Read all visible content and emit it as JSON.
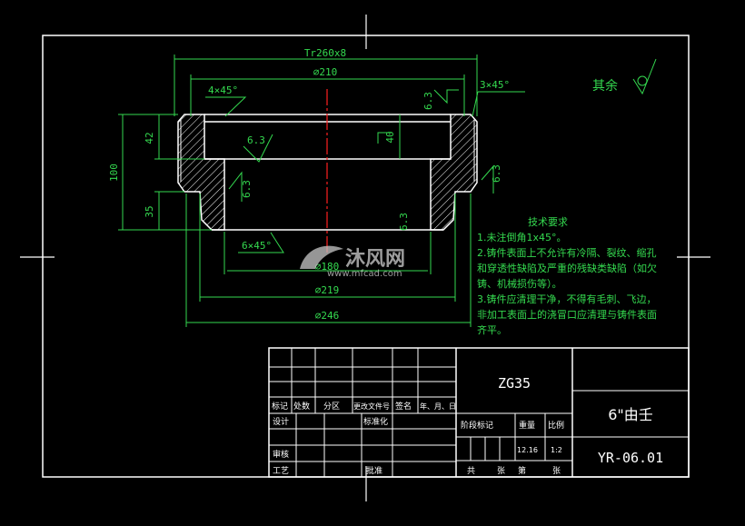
{
  "colors": {
    "background": "#000000",
    "lines": "#ffffff",
    "dimensions": "#34d94f",
    "center_line": "#ff2020",
    "hatch": "#ffffff"
  },
  "drawing": {
    "thread_spec": "Tr260x8",
    "dia_210": "⌀210",
    "dia_180": "⌀180",
    "dia_219": "⌀219",
    "dia_246": "⌀246",
    "chamfer_top_left": "4×45°",
    "chamfer_top_right": "3×45°",
    "chamfer_bottom": "6×45°",
    "height_42": "42",
    "height_100": "100",
    "height_35": "35",
    "depth_40": "40",
    "roughness_1": "6.3",
    "roughness_2": "6.3",
    "roughness_3": "6.3",
    "roughness_4": "6.3",
    "roughness_5": "6.3",
    "other_roughness_label": "其余"
  },
  "tech_requirements": {
    "title": "技术要求",
    "lines": [
      "1.未注倒角1x45°。",
      "2.铸件表面上不允许有冷隔、裂纹、缩孔",
      "和穿透性缺陷及严重的残缺类缺陷（如欠",
      "铸、机械损伤等）。",
      "3.铸件应清理干净，不得有毛刺、飞边，",
      "非加工表面上的浇冒口应清理与铸件表面",
      "齐平。"
    ]
  },
  "watermark": {
    "brand": "沐风网",
    "url": "www.mfcad.com"
  },
  "title_block": {
    "material": "ZG35",
    "part_name": "6\"由壬",
    "drawing_number": "YR-06.01",
    "row_labels": [
      "标记",
      "处数",
      "分区",
      "更改文件号",
      "签名",
      "年、月、日"
    ],
    "design": "设计",
    "standardization": "标准化",
    "review": "审核",
    "process": "工艺",
    "approve": "批准",
    "stage_mark": "阶段标记",
    "weight": "重量",
    "scale": "比例",
    "weight_value": "12.16",
    "scale_value": "1:2",
    "sheets_total": "共",
    "sheets_unit_1": "张",
    "sheet_no": "第",
    "sheets_unit_2": "张"
  }
}
